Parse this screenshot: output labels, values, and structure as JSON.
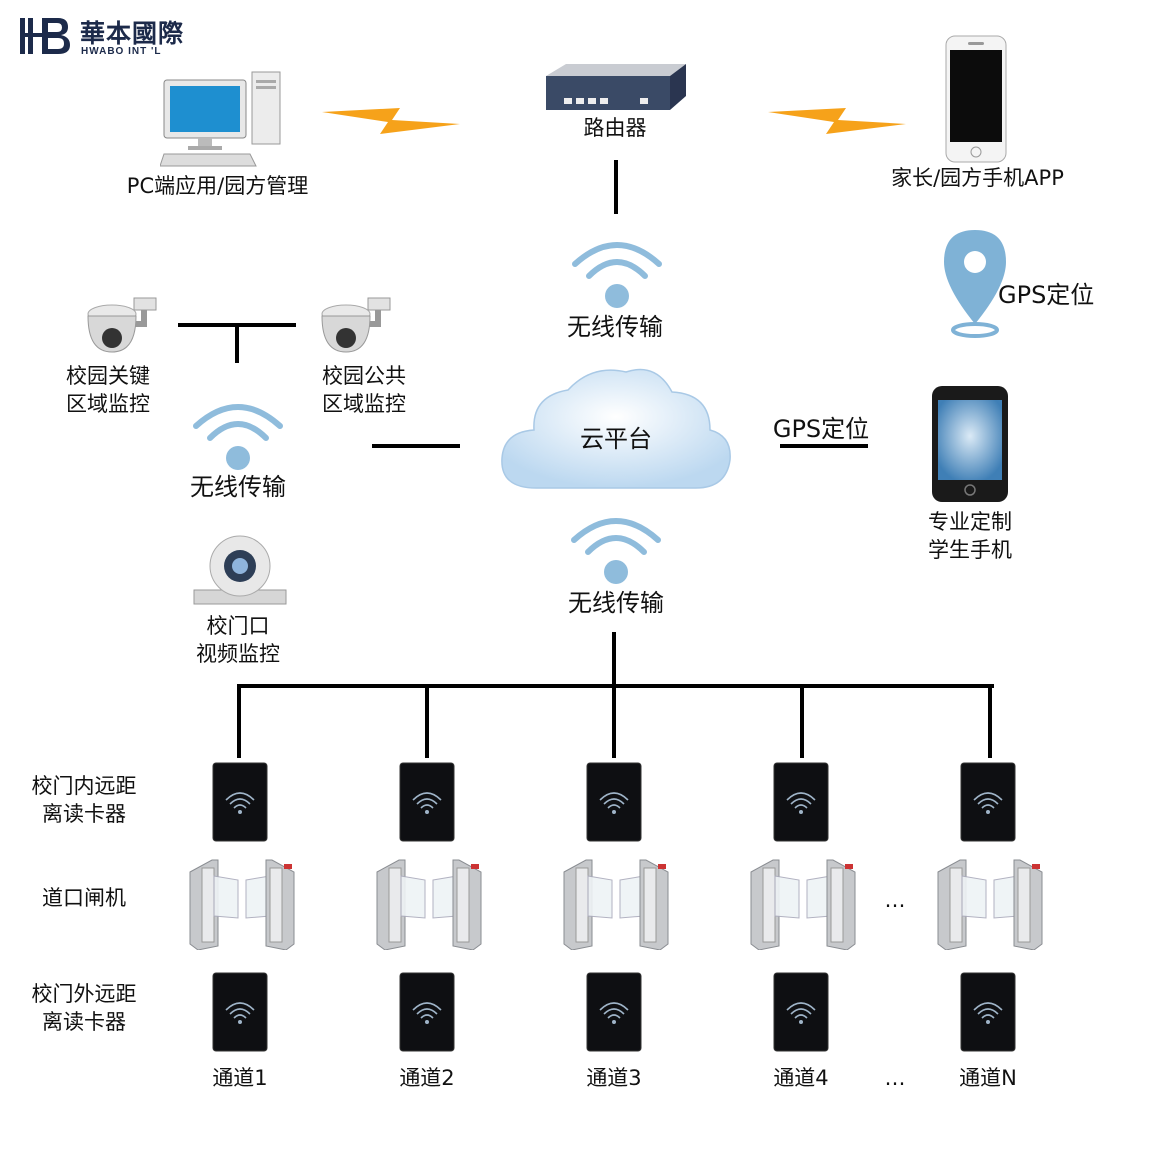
{
  "brand": {
    "name_cn": "華本國際",
    "name_en": "HWABO INT 'L",
    "accent": "#1c2a4a"
  },
  "nodes": {
    "pc": "PC端应用/园方管理",
    "router": "路由器",
    "phone_app": "家长/园方手机APP",
    "gps_right": "GPS定位",
    "gps_link": "GPS定位",
    "cloud": "云平台",
    "wireless_top": "无线传输",
    "wireless_left": "无线传输",
    "wireless_bottom": "无线传输",
    "cam_key_l1": "校园关键",
    "cam_key_l2": "区域监控",
    "cam_public_l1": "校园公共",
    "cam_public_l2": "区域监控",
    "cam_gate_l1": "校门口",
    "cam_gate_l2": "视频监控",
    "student_phone_l1": "专业定制",
    "student_phone_l2": "学生手机"
  },
  "rows": {
    "inner_reader_l1": "校门内远距",
    "inner_reader_l2": "离读卡器",
    "gate": "道口闸机",
    "outer_reader_l1": "校门外远距",
    "outer_reader_l2": "离读卡器"
  },
  "channels": [
    "通道1",
    "通道2",
    "通道3",
    "通道4",
    "通道N"
  ],
  "ellipsis": "…",
  "colors": {
    "wifi": "#8fbcdc",
    "gps_pin": "#7fb2d6",
    "bolt": "#f6a21a",
    "cloud": "#cfe3f4"
  }
}
